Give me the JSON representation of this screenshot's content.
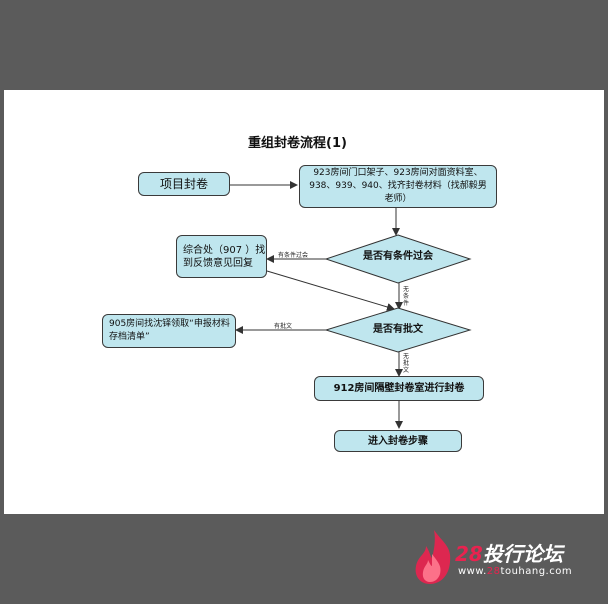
{
  "title": "重组封卷流程(1)",
  "nodes": {
    "start": "项目封卷",
    "step1": "923房间门口架子、923房间对面资料室、938、939、940、找齐封卷材料（找郝毅男老师）",
    "decision1": "是否有条件过会",
    "feedback": "综合处（907 ）找到反馈意见回复",
    "decision2": "是否有批文",
    "approval": "905房间找沈铎领取“申报材料存档清单”",
    "seal": "912房间隔壁封卷室进行封卷",
    "end": "进入封卷步骤"
  },
  "edges": {
    "has_condition": "有条件过会",
    "no_condition": "无条件",
    "has_approval": "有批文",
    "no_approval": "无批文"
  },
  "logo": {
    "num": "28",
    "name": "投行论坛",
    "url_prefix": "www.",
    "url_hl": "28",
    "url_suffix": "touhang.com"
  },
  "colors": {
    "node_fill": "#bfe6ee",
    "background": "#5b5b5b",
    "logo_accent": "#e8234f"
  }
}
